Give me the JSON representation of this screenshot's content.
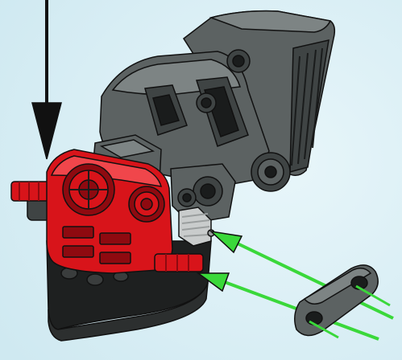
{
  "scene": {
    "kind": "building-instruction-step",
    "background_color": "#cfe9f1",
    "background_highlight": "#e8f6fa",
    "colors": {
      "dark_gray": "#5c6262",
      "dark_gray_shade": "#3f4444",
      "dark_gray_light": "#7d8484",
      "red": "#d8141a",
      "red_dark": "#8e0a10",
      "black": "#1e2020",
      "light_gray": "#c9cccc",
      "arrow_black": "#111111",
      "guide_green": "#3ad83a"
    },
    "parts": [
      {
        "name": "gray-torso-assembly",
        "color": "dark_gray"
      },
      {
        "name": "red-hip-joint",
        "color": "red"
      },
      {
        "name": "black-foot-base",
        "color": "black"
      },
      {
        "name": "light-gray-gear",
        "color": "light_gray"
      },
      {
        "name": "dark-gray-beam-with-pins",
        "color": "dark_gray"
      }
    ],
    "arrows": [
      {
        "name": "placement-arrow",
        "color": "arrow_black",
        "direction": "down"
      },
      {
        "name": "insert-arrow-upper",
        "color": "guide_green",
        "direction": "left"
      },
      {
        "name": "insert-arrow-lower",
        "color": "guide_green",
        "direction": "left"
      }
    ]
  }
}
